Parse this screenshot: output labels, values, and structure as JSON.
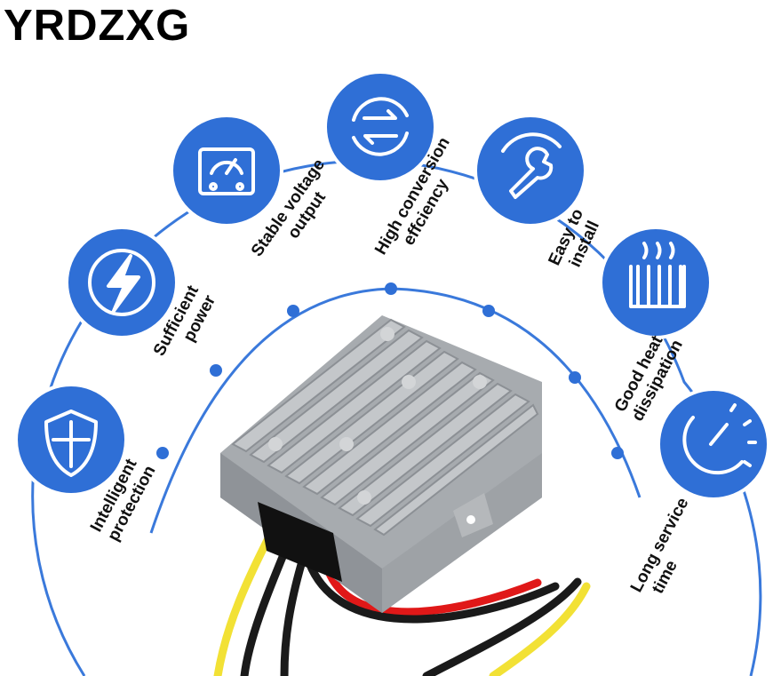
{
  "brand": "YRDZXG",
  "colors": {
    "accent": "#2f6fd6",
    "arc": "#3a79db",
    "heatsink": "#b9bcbf",
    "wire_red": "#e01818",
    "wire_yellow": "#f2e135",
    "wire_black": "#1a1a1a"
  },
  "features": [
    {
      "icon": "shield-icon",
      "line1": "Intelligent",
      "line2": "protection"
    },
    {
      "icon": "lightning-icon",
      "line1": "Sufficient",
      "line2": "power"
    },
    {
      "icon": "voltmeter-icon",
      "line1": "Stable voltage",
      "line2": "output"
    },
    {
      "icon": "conversion-arrows-icon",
      "line1": "High conversion",
      "line2": "effciency"
    },
    {
      "icon": "wrench-icon",
      "line1": "Easy to",
      "line2": "install"
    },
    {
      "icon": "radiator-icon",
      "line1": "Good heat",
      "line2": "dissipation"
    },
    {
      "icon": "speedometer-icon",
      "line1": "Long service",
      "line2": "time"
    }
  ]
}
